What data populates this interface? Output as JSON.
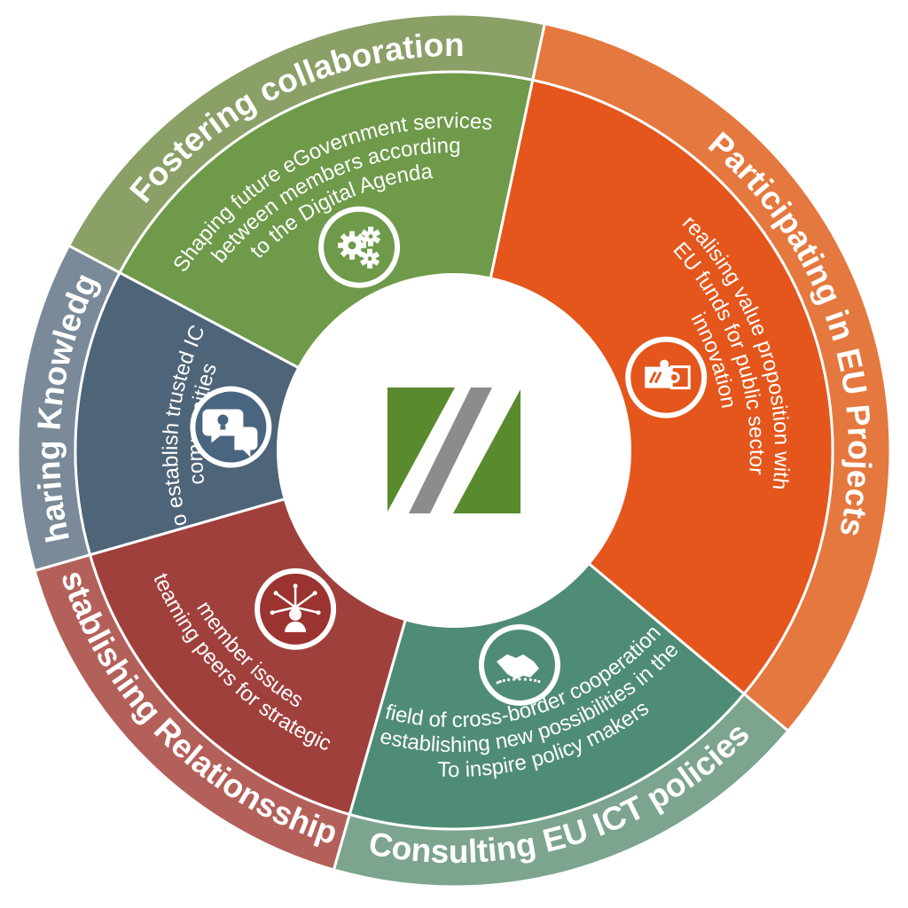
{
  "segments": [
    {
      "title": "Fostering collaboration",
      "description": [
        "Shaping future eGovernment services",
        "between members according",
        "to the Digital Agenda"
      ],
      "icon": "gears-icon",
      "colors": {
        "outer": "#8aa067",
        "inner": "#6e9a4a",
        "icon": "#6e9a4a"
      }
    },
    {
      "title": "Participating in EU Projects",
      "description": [
        "realising value proposition with",
        "EU funds for public sector",
        "innovation"
      ],
      "icon": "puzzle-icon",
      "colors": {
        "outer": "#e5783e",
        "inner": "#e4561c",
        "icon": "#e4561c"
      }
    },
    {
      "title": "Consulting EU ICT policies",
      "description": [
        "To inspire policy makers",
        "establishing new possibilities in the",
        "field of cross-border cooperation"
      ],
      "icon": "handshake-icon",
      "colors": {
        "outer": "#7ca48f",
        "inner": "#4f8c76",
        "icon": "#4f8c76"
      }
    },
    {
      "title": "Establishing Relationsships",
      "description": [
        "teaming peers for strategic",
        "member issues"
      ],
      "icon": "network-person-icon",
      "colors": {
        "outer": "#b4605a",
        "inner": "#a0403d",
        "icon": "#9b3330"
      }
    },
    {
      "title": "Sharing Knowledge",
      "description": [
        "to establish trusted ICT",
        "communities"
      ],
      "icon": "idea-chat-icon",
      "colors": {
        "outer": "#7a8a98",
        "inner": "#4e6478",
        "icon": "#4a6580"
      }
    }
  ],
  "logo": {
    "icon": "double-slash-logo-icon",
    "green": "#5a8a2e",
    "gray": "#8c8c8c"
  }
}
